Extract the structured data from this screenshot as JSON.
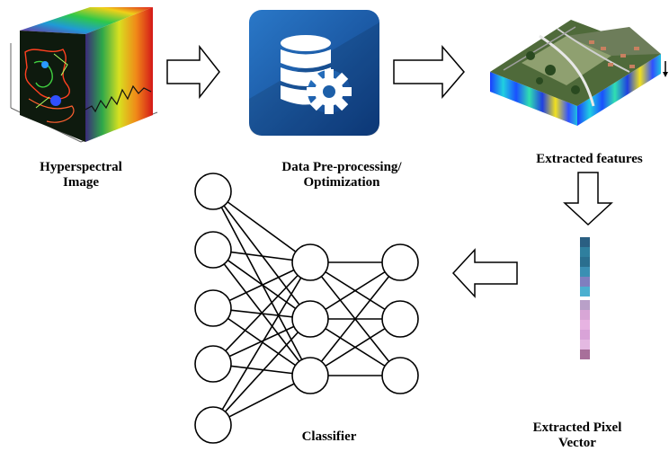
{
  "labels": {
    "hyperspectral_line1": "Hyperspectral",
    "hyperspectral_line2": "Image",
    "preprocess_line1": "Data Pre-processing/",
    "preprocess_line2": "Optimization",
    "extracted_features": "Extracted features",
    "extracted_pixel_line1": "Extracted Pixel",
    "extracted_pixel_line2": "Vector",
    "classifier": "Classifier"
  },
  "colors": {
    "icon_tile": "#1d5fa8",
    "pixel_top": [
      "#2a5f82",
      "#2f7f9e",
      "#2a6f8f",
      "#3a8fb3",
      "#7f7fbf",
      "#4bb0d0"
    ],
    "pixel_bottom": [
      "#b9a0c8",
      "#d8a6d6",
      "#e7b3e2",
      "#d9a3d8",
      "#e4b9e2",
      "#a86f9a"
    ]
  },
  "icons": {
    "hyperspectral": "hyperspectral-cube-icon",
    "preprocess": "database-gear-icon",
    "features": "terrain-cube-icon"
  },
  "network": {
    "layer_sizes": [
      5,
      3,
      3
    ]
  }
}
